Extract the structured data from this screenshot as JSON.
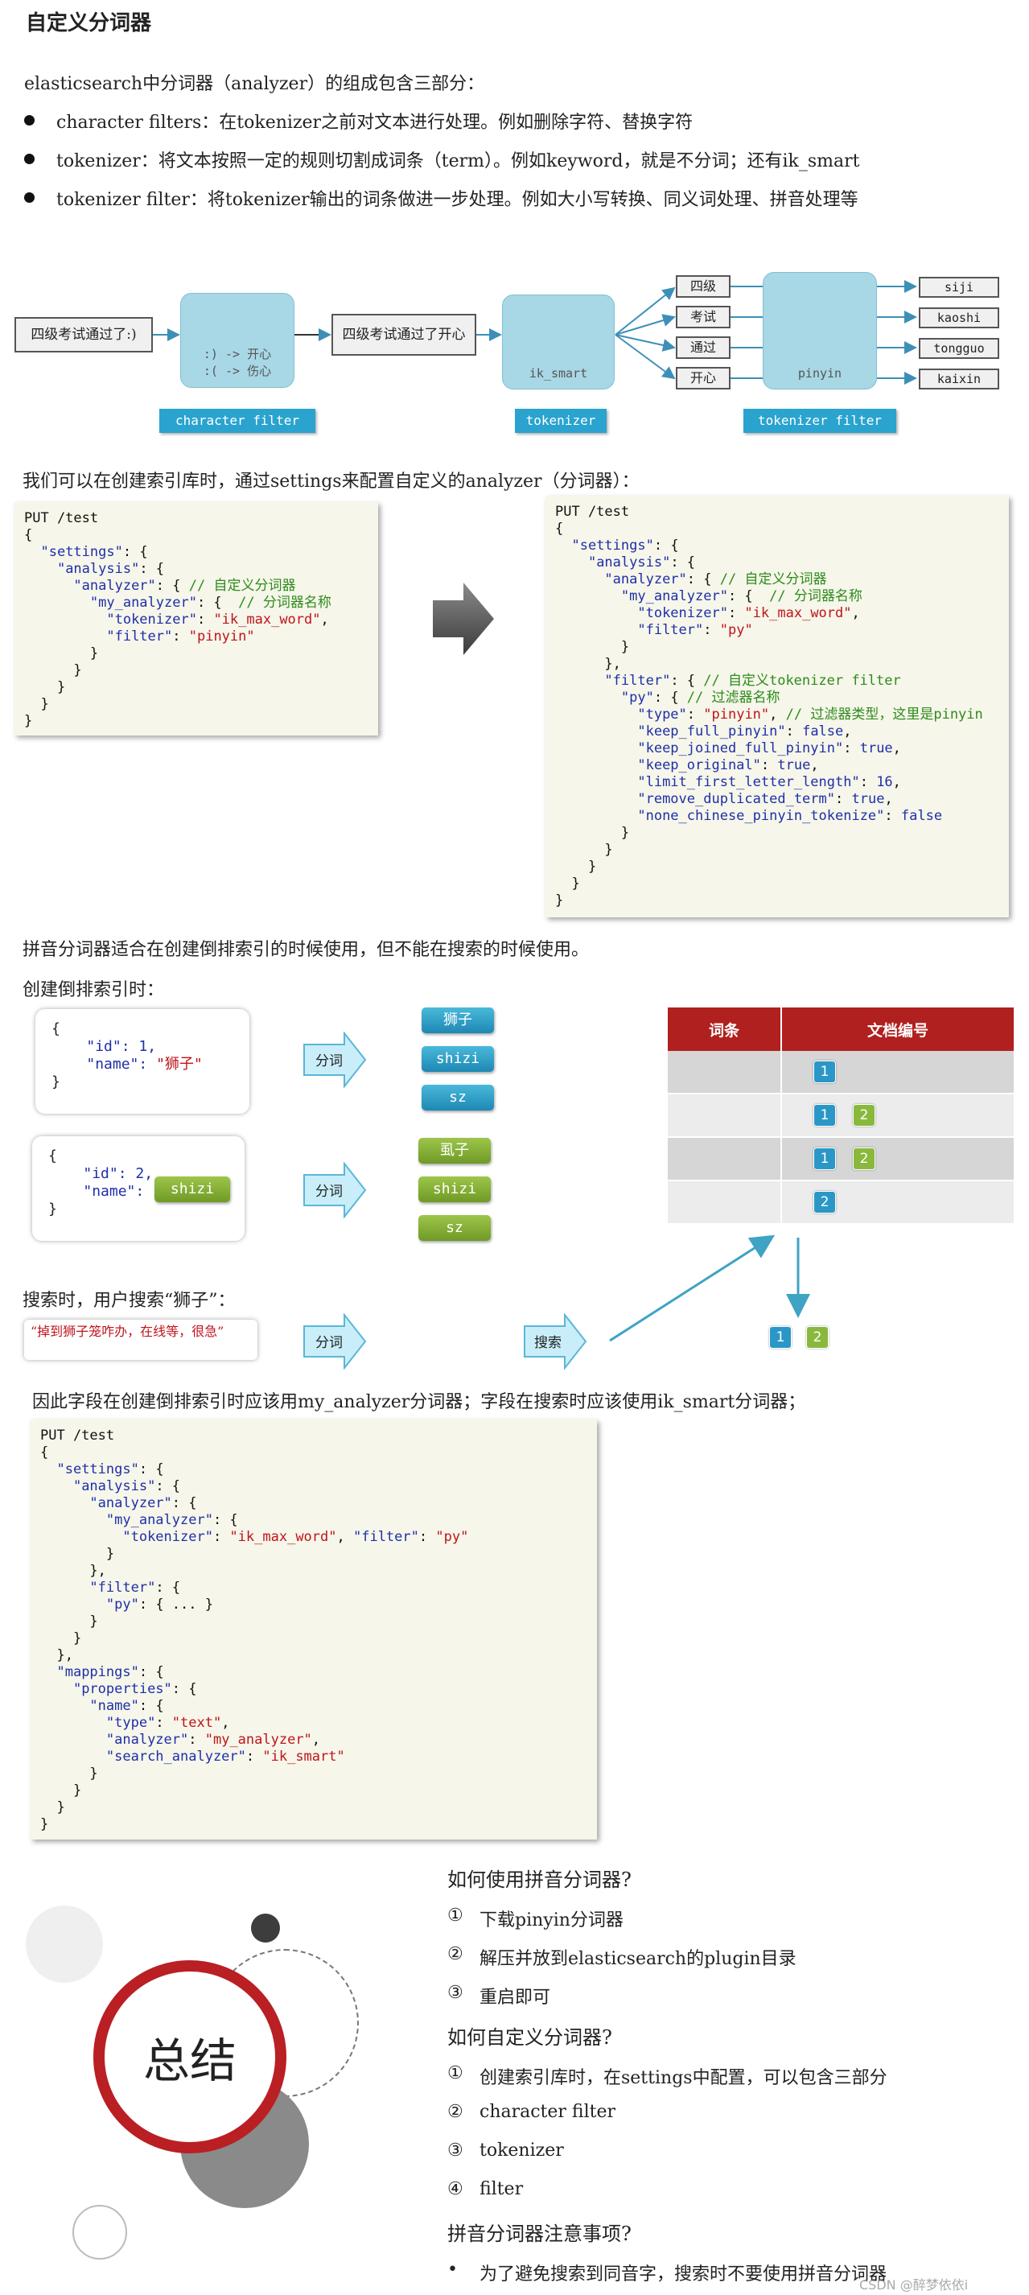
{
  "title": "自定义分词器",
  "intro": "elasticsearch中分词器（analyzer）的组成包含三部分：",
  "bullets": [
    "character filters：在tokenizer之前对文本进行处理。例如删除字符、替换字符",
    "tokenizer：将文本按照一定的规则切割成词条（term）。例如keyword，就是不分词；还有ik_smart",
    "tokenizer filter：将tokenizer输出的词条做进一步处理。例如大小写转换、同义词处理、拼音处理等"
  ],
  "flow": {
    "input": "四级考试通过了:)",
    "cf_lines": [
      ":) -> 开心",
      ":( -> 伤心"
    ],
    "cf_tag": "character filter",
    "middle": "四级考试通过了开心",
    "tokenizer_name": "ik_smart",
    "tokenizer_tag": "tokenizer",
    "tokens": [
      "四级",
      "考试",
      "通过",
      "开心"
    ],
    "pinyin_name": "pinyin",
    "outputs": [
      "siji",
      "kaoshi",
      "tongguo",
      "kaixin"
    ],
    "tf_tag": "tokenizer filter"
  },
  "settings_intro": "我们可以在创建索引库时，通过settings来配置自定义的analyzer（分词器）：",
  "pinyin_note": "拼音分词器适合在创建倒排索引的时候使用，但不能在搜索的时候使用。",
  "create_index_label": "创建倒排索引时：",
  "doc1": {
    "id_line": "\"id\": 1,",
    "name_key": "\"name\": ",
    "name_val": "\"狮子\""
  },
  "doc2": {
    "id_line": "\"id\": 2,",
    "name_key": "\"name\": \"",
    "overlay": "shizi"
  },
  "split_label": "分词",
  "tokens1": [
    "狮子",
    "shizi",
    "sz"
  ],
  "tokens2": [
    "虱子",
    "shizi",
    "sz"
  ],
  "table": {
    "headers": [
      "词条",
      "文档编号"
    ],
    "rows": [
      [
        "1"
      ],
      [
        "1",
        "2"
      ],
      [
        "1",
        "2"
      ],
      [
        "2"
      ]
    ]
  },
  "search_label": "搜索时，用户搜索“狮子”：",
  "search_query": "“掉到狮子笼咋办，在线等，很急”",
  "search_button": "搜索",
  "result_ids": [
    "1",
    "2"
  ],
  "conclusion_note": "因此字段在创建倒排索引时应该用my_analyzer分词器；字段在搜索时应该使用ik_smart分词器；",
  "summary": {
    "circle_label": "总结",
    "q1": "如何使用拼音分词器?",
    "q1_items": [
      "下载pinyin分词器",
      "解压并放到elasticsearch的plugin目录",
      "重启即可"
    ],
    "q2": "如何自定义分词器?",
    "q2_items": [
      "创建索引库时，在settings中配置，可以包含三部分",
      "character filter",
      "tokenizer",
      "filter"
    ],
    "q3": "拼音分词器注意事项?",
    "q3_items": [
      "为了避免搜索到同音字，搜索时不要使用拼音分词器"
    ],
    "markers": [
      "①",
      "②",
      "③",
      "④"
    ],
    "bullet_mark": "•"
  },
  "watermark": "CSDN @醉梦依依i"
}
